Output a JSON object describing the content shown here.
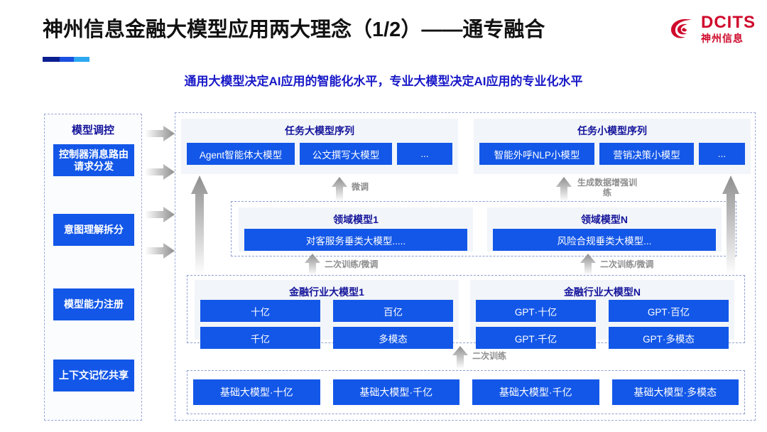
{
  "header": {
    "title": "神州信息金融大模型应用两大理念（1/2）——通专融合",
    "subtitle": "通用大模型决定AI应用的智能化水平，专业大模型决定AI应用的专业化水平",
    "logo_en": "DCITS",
    "logo_cn": "神州信息",
    "accent_blue": "#1357e8",
    "accent_navy": "#14149b",
    "accent_red": "#cf0a2c"
  },
  "control_panel": {
    "title": "模型调控",
    "items": [
      {
        "label": "控制器消息路由请求分发"
      },
      {
        "label": "意图理解拆分"
      },
      {
        "label": "模型能力注册"
      },
      {
        "label": "上下文记忆共享"
      }
    ]
  },
  "diagram": {
    "task_big": {
      "title": "任务大模型序列",
      "chips": [
        "Agent智能体大模型",
        "公文撰写大模型",
        "..."
      ]
    },
    "task_small": {
      "title": "任务小模型序列",
      "chips": [
        "智能外呼NLP小模型",
        "营销决策小模型",
        "..."
      ]
    },
    "domain_1": {
      "title": "领域模型1",
      "chips": [
        "对客服务垂类大模型....."
      ]
    },
    "domain_n": {
      "title": "领域模型N",
      "chips": [
        "风险合规垂类大模型..."
      ]
    },
    "finance_1": {
      "title": "金融行业大模型1",
      "chips": [
        "十亿",
        "百亿",
        "千亿",
        "多模态"
      ]
    },
    "finance_n": {
      "title": "金融行业大模型N",
      "chips": [
        "GPT·十亿",
        "GPT·百亿",
        "GPT·千亿",
        "GPT·多模态"
      ]
    },
    "base": {
      "chips": [
        "基础大模型·十亿",
        "基础大模型·千亿",
        "基础大模型·千亿",
        "基础大模型·多模态"
      ]
    },
    "arrow_labels": {
      "finetune": "微调",
      "gen_data_aug": "生成数据增强训练",
      "retrain_finetune_left": "二次训练/微调",
      "retrain_finetune_right": "二次训练/微调",
      "retrain": "二次训练"
    }
  }
}
